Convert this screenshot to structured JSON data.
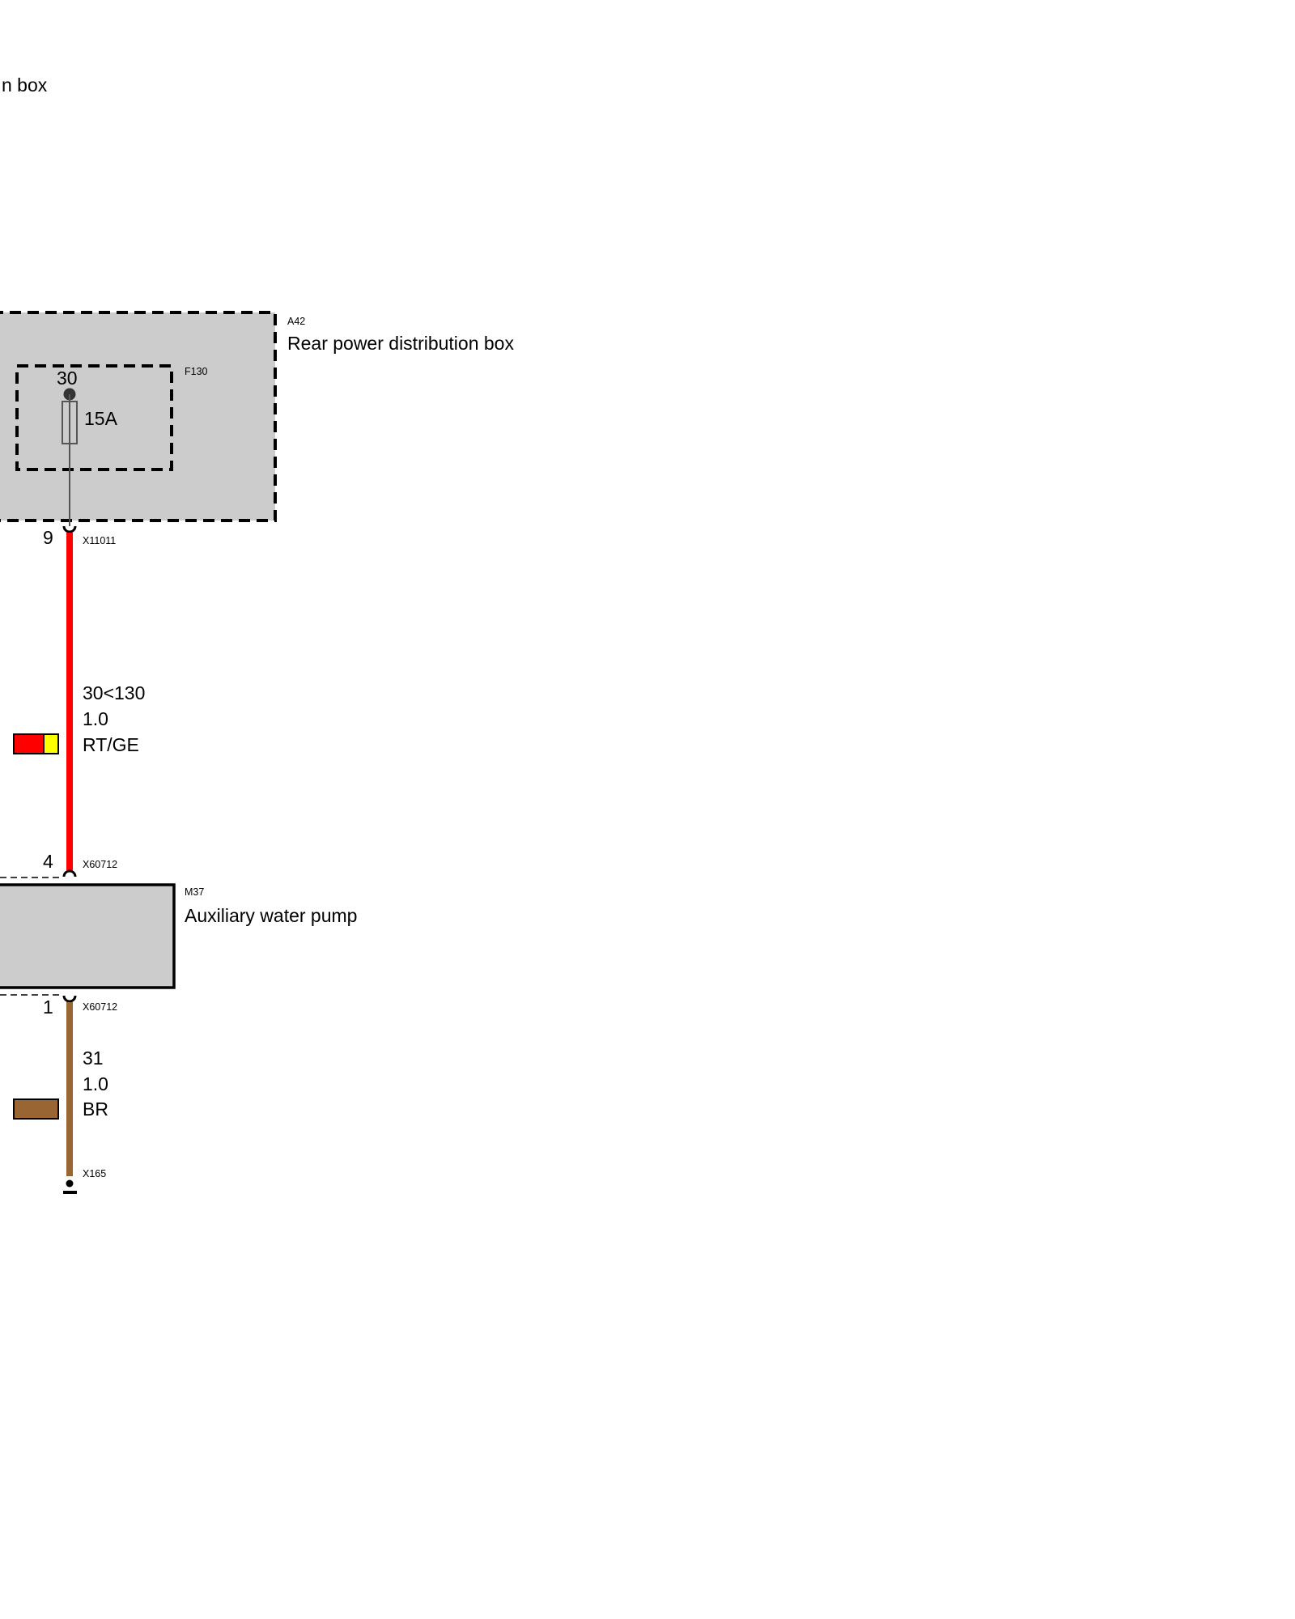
{
  "colors": {
    "background": "#ffffff",
    "box_fill": "#cccccc",
    "outline": "#000000",
    "wire_red": "#ff0000",
    "wire_yellow": "#ffff00",
    "wire_brown": "#996633",
    "thin_wire": "#555555"
  },
  "top_fragment": {
    "text": "n box"
  },
  "rear_box": {
    "code": "A42",
    "name": "Rear power distribution box"
  },
  "fuse": {
    "code": "F130",
    "terminal": "30",
    "rating": "15A"
  },
  "connectors": {
    "top": {
      "pin": "9",
      "code": "X11011"
    },
    "pump_in": {
      "pin": "4",
      "code": "X60712"
    },
    "pump_out": {
      "pin": "1",
      "code": "X60712"
    },
    "ground": {
      "code": "X165"
    }
  },
  "wire_supply": {
    "circuit": "30<130",
    "size": "1.0",
    "color_code": "RT/GE"
  },
  "pump": {
    "code": "M37",
    "name": "Auxiliary water pump"
  },
  "wire_ground": {
    "circuit": "31",
    "size": "1.0",
    "color_code": "BR"
  },
  "icons": {
    "ground": "ground-symbol-icon",
    "swatch_supply": "wire-color-swatch-red-yellow",
    "swatch_ground": "wire-color-swatch-brown"
  }
}
